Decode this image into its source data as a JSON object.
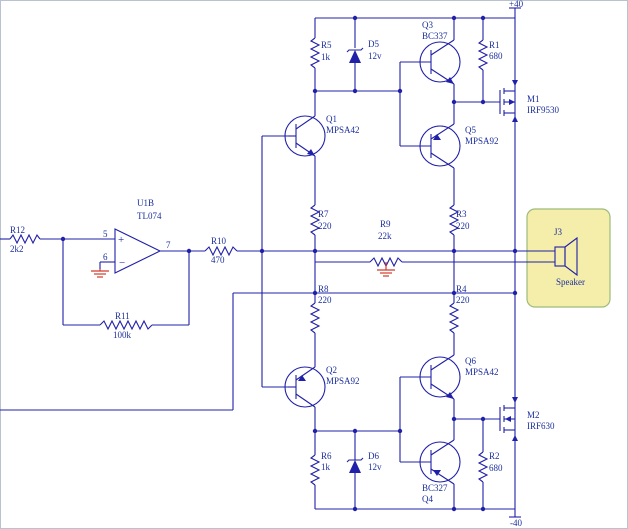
{
  "rails": {
    "pos": "+40",
    "neg": "-40"
  },
  "components": {
    "R12": {
      "ref": "R12",
      "value": "2k2"
    },
    "U1B": {
      "ref": "U1B",
      "value": "TL074",
      "pin_plus": "5",
      "pin_minus": "6",
      "pin_out": "7",
      "plus_sign": "+",
      "minus_sign": "−"
    },
    "R11": {
      "ref": "R11",
      "value": "100k"
    },
    "R10": {
      "ref": "R10",
      "value": "470"
    },
    "R9": {
      "ref": "R9",
      "value": "22k"
    },
    "R5": {
      "ref": "R5",
      "value": "1k"
    },
    "D5": {
      "ref": "D5",
      "value": "12v"
    },
    "Q3": {
      "ref": "Q3",
      "value": "BC337"
    },
    "R1": {
      "ref": "R1",
      "value": "680"
    },
    "M1": {
      "ref": "M1",
      "value": "IRF9530"
    },
    "Q1": {
      "ref": "Q1",
      "value": "MPSA42"
    },
    "Q5": {
      "ref": "Q5",
      "value": "MPSA92"
    },
    "R7": {
      "ref": "R7",
      "value": "220"
    },
    "R3": {
      "ref": "R3",
      "value": "220"
    },
    "R8": {
      "ref": "R8",
      "value": "220"
    },
    "R4": {
      "ref": "R4",
      "value": "220"
    },
    "Q2": {
      "ref": "Q2",
      "value": "MPSA92"
    },
    "Q6": {
      "ref": "Q6",
      "value": "MPSA42"
    },
    "M2": {
      "ref": "M2",
      "value": "IRF630"
    },
    "R6": {
      "ref": "R6",
      "value": "1k"
    },
    "D6": {
      "ref": "D6",
      "value": "12v"
    },
    "R2": {
      "ref": "R2",
      "value": "680"
    },
    "Q4": {
      "ref": "Q4",
      "value": "BC327"
    },
    "J3": {
      "ref": "J3",
      "value": "Speaker"
    }
  },
  "colors": {
    "wire": "#2020a8",
    "label": "#1c2f9c",
    "ground": "#d23b2b",
    "speaker_fill": "#f4eeaa",
    "speaker_border": "#9dbb7a"
  }
}
